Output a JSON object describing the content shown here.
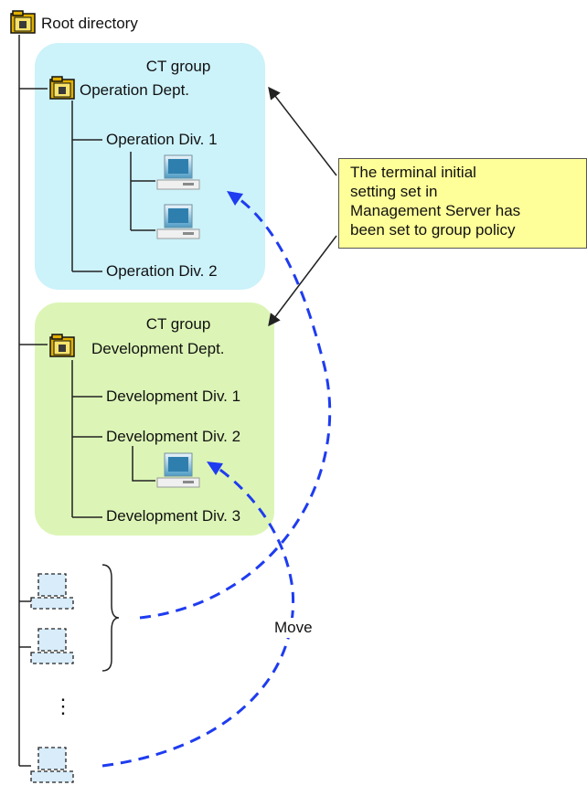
{
  "root": {
    "label": "Root directory",
    "icon": "folder-icon"
  },
  "groups": [
    {
      "title": "CT group",
      "name": "Operation Dept.",
      "color": "#ccf2fa",
      "divisions": [
        "Operation Div. 1",
        "Operation Div. 2"
      ]
    },
    {
      "title": "CT group",
      "name": "Development Dept.",
      "color": "#dcf5b6",
      "divisions": [
        "Development Div. 1",
        "Development Div. 2",
        "Development Div. 3"
      ]
    }
  ],
  "note": {
    "lines": [
      "The terminal initial",
      "setting set in",
      "Management Server has",
      "been set to group policy"
    ],
    "color": "#ffff99"
  },
  "move_label": "Move",
  "ellipsis": "⋮",
  "colors": {
    "arrow": "#1e3cf0",
    "tree_line": "#222222"
  }
}
